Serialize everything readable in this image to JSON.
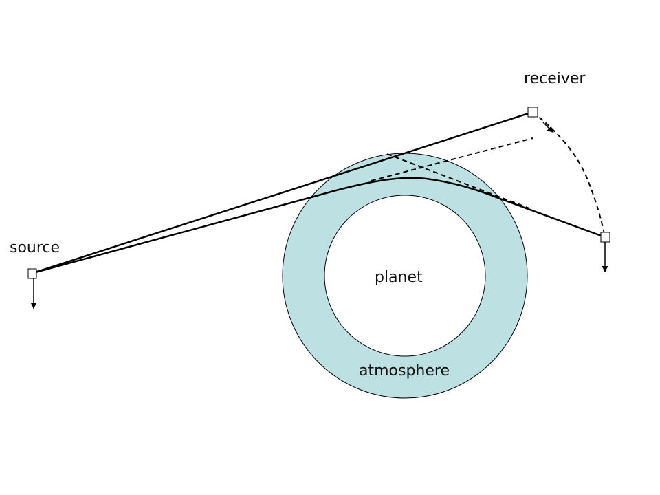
{
  "labels": {
    "receiver": "receiver",
    "source": "source",
    "planet": "planet",
    "atmosphere": "atmosphere"
  },
  "colors": {
    "atmosphere_fill": "#bde0e3",
    "planet_fill": "#ffffff",
    "line": "#000000",
    "background": "#ffffff"
  }
}
